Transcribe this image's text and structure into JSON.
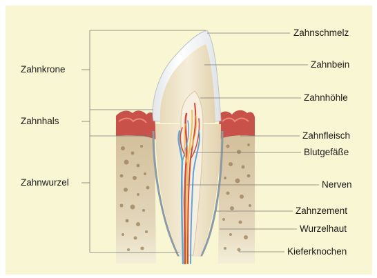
{
  "diagram": {
    "left_labels": {
      "crown": "Zahnkrone",
      "neck": "Zahnhals",
      "root": "Zahnwurzel"
    },
    "right_labels": {
      "enamel": "Zahnschmelz",
      "dentin": "Zahnbein",
      "pulp": "Zahnhöhle",
      "gum": "Zahnfleisch",
      "vessels": "Blutgefäße",
      "nerves": "Nerven",
      "cementum": "Zahnzement",
      "periodontium": "Wurzelhaut",
      "jawbone": "Kieferknochen"
    },
    "colors": {
      "background": "#f8f6d3",
      "bone": "#d8c7a6",
      "gum": "#c8524a",
      "enamel": "#ffffff",
      "dentin": "#f1e6cc",
      "pulp": "#f6eddd",
      "vessel_red": "#d9443a",
      "vessel_blue": "#5aa7d8",
      "nerve_yellow": "#f2c24b"
    }
  }
}
